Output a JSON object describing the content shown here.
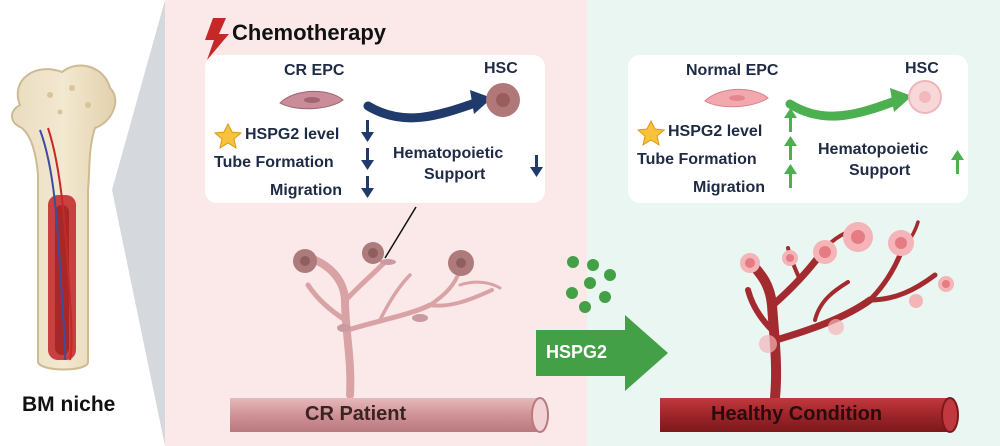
{
  "left_panel": {
    "label": "BM niche"
  },
  "cr_panel": {
    "title": "Chemotherapy",
    "cell_left": "CR EPC",
    "cell_right": "HSC",
    "rows": [
      "HSPG2 level",
      "Tube Formation",
      "Migration"
    ],
    "support_label_line1": "Hematopoietic",
    "support_label_line2": "Support",
    "vessel_label": "CR Patient",
    "trend": "down"
  },
  "arrow": {
    "label": "HSPG2"
  },
  "healthy_panel": {
    "cell_left": "Normal EPC",
    "cell_right": "HSC",
    "rows": [
      "HSPG2 level",
      "Tube Formation",
      "Migration"
    ],
    "support_label_line1": "Hematopoietic",
    "support_label_line2": "Support",
    "vessel_label": "Healthy Condition",
    "trend": "up"
  },
  "colors": {
    "cr_bg": "#fbe9e9",
    "healthy_bg": "#e9f6f1",
    "down_arrow": "#1f3a6b",
    "up_arrow": "#4caf50",
    "lightning": "#c62828",
    "star": "#f9c23c",
    "vessel_cr": "#d9a3a6",
    "vessel_healthy": "#a32a2e",
    "hspg2_green": "#43a047"
  },
  "icons": [
    "lightning-icon",
    "star-icon",
    "down-arrow-icon",
    "up-arrow-icon",
    "bone-icon",
    "blood-vessel-icon",
    "cell-icon"
  ]
}
